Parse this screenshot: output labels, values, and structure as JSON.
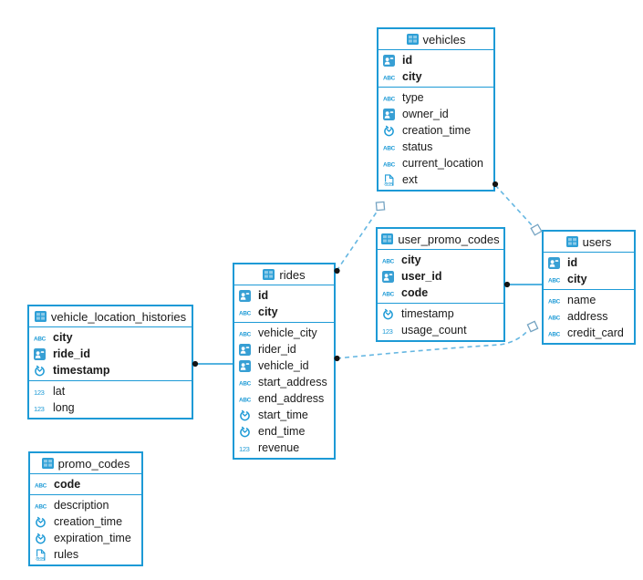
{
  "diagram": {
    "tables": [
      {
        "id": "vehicles",
        "title": "vehicles",
        "primary_fields": [
          {
            "name": "id",
            "type": "uuid"
          },
          {
            "name": "city",
            "type": "string"
          }
        ],
        "fields": [
          {
            "name": "type",
            "type": "string"
          },
          {
            "name": "owner_id",
            "type": "uuid"
          },
          {
            "name": "creation_time",
            "type": "timestamp"
          },
          {
            "name": "status",
            "type": "string"
          },
          {
            "name": "current_location",
            "type": "string"
          },
          {
            "name": "ext",
            "type": "json"
          }
        ]
      },
      {
        "id": "user_promo_codes",
        "title": "user_promo_codes",
        "primary_fields": [
          {
            "name": "city",
            "type": "string"
          },
          {
            "name": "user_id",
            "type": "uuid"
          },
          {
            "name": "code",
            "type": "string"
          }
        ],
        "fields": [
          {
            "name": "timestamp",
            "type": "timestamp"
          },
          {
            "name": "usage_count",
            "type": "number"
          }
        ]
      },
      {
        "id": "users",
        "title": "users",
        "primary_fields": [
          {
            "name": "id",
            "type": "uuid"
          },
          {
            "name": "city",
            "type": "string"
          }
        ],
        "fields": [
          {
            "name": "name",
            "type": "string"
          },
          {
            "name": "address",
            "type": "string"
          },
          {
            "name": "credit_card",
            "type": "string"
          }
        ]
      },
      {
        "id": "rides",
        "title": "rides",
        "primary_fields": [
          {
            "name": "id",
            "type": "uuid"
          },
          {
            "name": "city",
            "type": "string"
          }
        ],
        "fields": [
          {
            "name": "vehicle_city",
            "type": "string"
          },
          {
            "name": "rider_id",
            "type": "uuid"
          },
          {
            "name": "vehicle_id",
            "type": "uuid"
          },
          {
            "name": "start_address",
            "type": "string"
          },
          {
            "name": "end_address",
            "type": "string"
          },
          {
            "name": "start_time",
            "type": "timestamp"
          },
          {
            "name": "end_time",
            "type": "timestamp"
          },
          {
            "name": "revenue",
            "type": "number"
          }
        ]
      },
      {
        "id": "vehicle_location_histories",
        "title": "vehicle_location_histories",
        "primary_fields": [
          {
            "name": "city",
            "type": "string"
          },
          {
            "name": "ride_id",
            "type": "uuid"
          },
          {
            "name": "timestamp",
            "type": "timestamp"
          }
        ],
        "fields": [
          {
            "name": "lat",
            "type": "number"
          },
          {
            "name": "long",
            "type": "number"
          }
        ]
      },
      {
        "id": "promo_codes",
        "title": "promo_codes",
        "primary_fields": [
          {
            "name": "code",
            "type": "string"
          }
        ],
        "fields": [
          {
            "name": "description",
            "type": "string"
          },
          {
            "name": "creation_time",
            "type": "timestamp"
          },
          {
            "name": "expiration_time",
            "type": "timestamp"
          },
          {
            "name": "rules",
            "type": "json"
          }
        ]
      }
    ],
    "type_glyphs": {
      "string": "ABC",
      "number": "123",
      "json": "JSON"
    },
    "type_icon_names": {
      "uuid": "id-card-icon",
      "string": "abc-text-icon",
      "number": "numeric-123-icon",
      "timestamp": "clock-icon",
      "json": "json-document-icon"
    },
    "connections": [
      {
        "from": "vehicle_location_histories",
        "to": "rides",
        "style": "solid"
      },
      {
        "from": "user_promo_codes",
        "to": "users",
        "style": "solid"
      },
      {
        "from": "rides",
        "to": "vehicles",
        "style": "dashed"
      },
      {
        "from": "vehicles",
        "to": "users",
        "style": "dashed"
      },
      {
        "from": "rides",
        "to": "users",
        "style": "dashed"
      }
    ],
    "colors": {
      "table_border": "#1d9ad6",
      "icon_blue": "#1d9ad6",
      "icon_square_fill": "#379fd4",
      "table_icon_cell": "#8ccbe9",
      "dashed_line": "#66b7e2",
      "solid_line": "#1d9ad6",
      "connector_dot": "#141414",
      "diamond_stroke": "#74a3c2"
    }
  }
}
